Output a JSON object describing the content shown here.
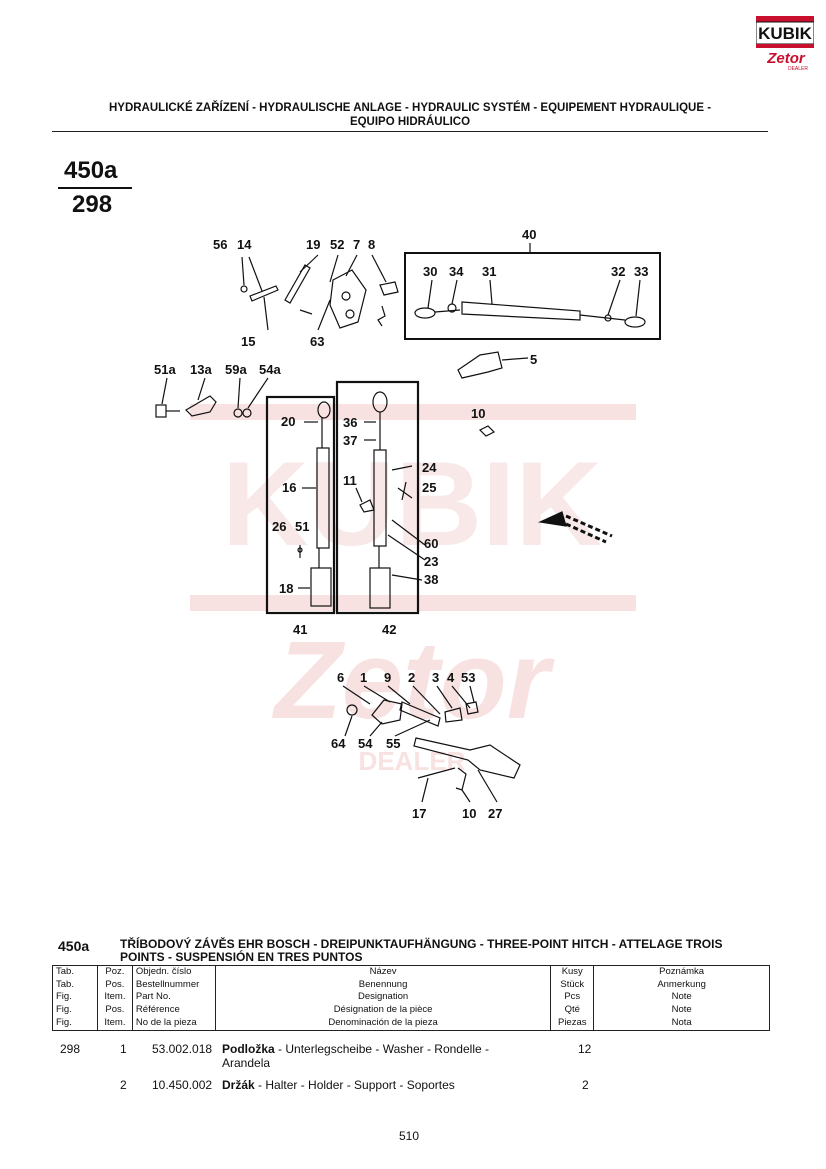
{
  "logo": {
    "brand_text": "KUBIK",
    "sub_text": "Zetor",
    "dealer_text": "DEALER"
  },
  "header": {
    "title_line1": "HYDRAULICKÉ ZAŘÍZENÍ - HYDRAULISCHE ANLAGE - HYDRAULIC SYSTÉM - EQUIPEMENT HYDRAULIQUE -",
    "title_line2": "EQUIPO HIDRÁULICO"
  },
  "figure_code": {
    "top": "450a",
    "bottom": "298"
  },
  "diagram": {
    "labels": {
      "l56": "56",
      "l14": "14",
      "l15": "15",
      "l19": "19",
      "l52": "52",
      "l7": "7",
      "l8": "8",
      "l63": "63",
      "l40": "40",
      "l30": "30",
      "l34": "34",
      "l31": "31",
      "l32": "32",
      "l33": "33",
      "l5": "5",
      "l51a": "51a",
      "l13a": "13a",
      "l59a": "59a",
      "l54a": "54a",
      "l10a": "10",
      "l20": "20",
      "l16": "16",
      "l26": "26",
      "l51": "51",
      "l18": "18",
      "l41": "41",
      "l36": "36",
      "l37": "37",
      "l24": "24",
      "l11": "11",
      "l25": "25",
      "l60": "60",
      "l23": "23",
      "l38": "38",
      "l42": "42",
      "l6": "6",
      "l1": "1",
      "l9": "9",
      "l2": "2",
      "l3": "3",
      "l4": "4",
      "l53": "53",
      "l64": "64",
      "l54": "54",
      "l55": "55",
      "l17": "17",
      "l10b": "10",
      "l27": "27"
    }
  },
  "watermark": {
    "text_main": "KUBIK",
    "text_sub": "Zetor",
    "text_dealer": "DEALER"
  },
  "section": {
    "code": "450a",
    "title": "TŘÍBODOVÝ ZÁVĚS EHR BOSCH - DREIPUNKTAUFHÄNGUNG - THREE-POINT HITCH - ATTELAGE TROIS POINTS - SUSPENSIÓN EN TRES PUNTOS"
  },
  "table_header": {
    "rows": [
      [
        "Tab.",
        "Poz.",
        "Objedn. číslo",
        "Název",
        "Kusy",
        "Poznámka"
      ],
      [
        "Tab.",
        "Pos.",
        "Bestellnummer",
        "Benennung",
        "Stück",
        "Anmerkung"
      ],
      [
        "Fig.",
        "Item.",
        "Part No.",
        "Designation",
        "Pcs",
        "Note"
      ],
      [
        "Fig.",
        "Pos.",
        "Référence",
        "Désignation de la pièce",
        "Qté",
        "Note"
      ],
      [
        "Fig.",
        "Item.",
        "No de la pieza",
        "Denominación de la pieza",
        "Piezas",
        "Nota"
      ]
    ]
  },
  "parts": [
    {
      "tab": "298",
      "pos": "1",
      "ref": "53.002.018",
      "name_bold": "Podložka",
      "name_rest": " - Unterlegscheibe - Washer - Rondelle -",
      "name_line2": "Arandela",
      "qty": "12"
    },
    {
      "tab": "",
      "pos": "2",
      "ref": "10.450.002",
      "name_bold": "Držák",
      "name_rest": " - Halter - Holder - Support - Soportes",
      "name_line2": "",
      "qty": "2"
    }
  ],
  "page_number": "510",
  "colors": {
    "logo_red": "#c8102e",
    "watermark": "#f3c9c9",
    "ink": "#111111"
  }
}
